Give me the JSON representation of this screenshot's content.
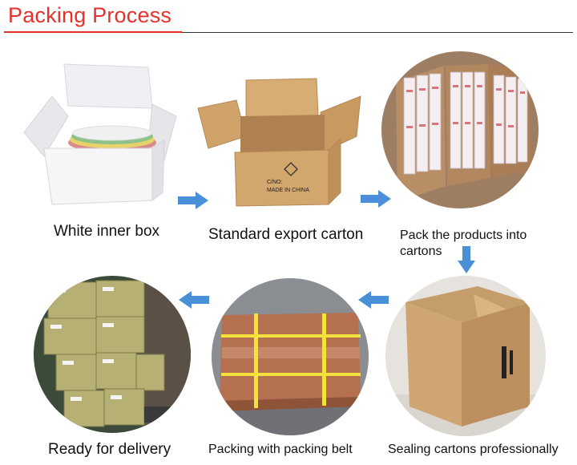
{
  "header": {
    "title": "Packing Process"
  },
  "steps": [
    {
      "label": "White inner box"
    },
    {
      "label": "Standard export carton"
    },
    {
      "label": "Pack the products into cartons"
    },
    {
      "label": "Sealing cartons professionally"
    },
    {
      "label": "Packing with packing belt"
    },
    {
      "label": "Ready for delivery"
    }
  ],
  "carton_print": {
    "line1": "C/NO:",
    "line2": "MADE IN CHINA"
  },
  "colors": {
    "accent": "#e5322d",
    "arrow": "#4a90d9",
    "kraft": "#c9a06b",
    "belt": "#f2e23a"
  },
  "icons": [
    "arrow-right-icon",
    "arrow-down-icon",
    "arrow-left-icon"
  ]
}
